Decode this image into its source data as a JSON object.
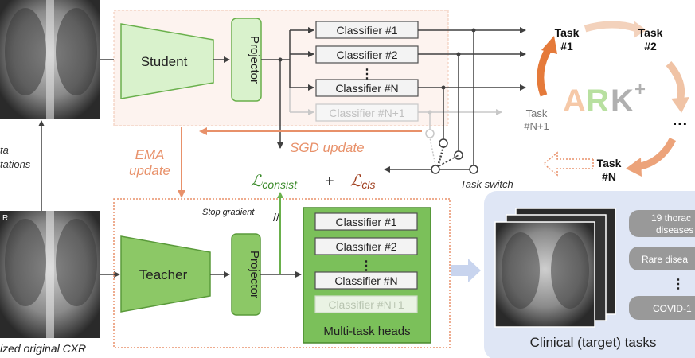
{
  "left": {
    "caption": "ized original CXR",
    "aug_label_1": "ta",
    "aug_label_2": "tations",
    "xray_marker": "R"
  },
  "student": {
    "encoder": "Student",
    "projector": "Projector",
    "classifiers": [
      "Classifier #1",
      "Classifier #2",
      "Classifier #N",
      "Classifier #N+1"
    ],
    "dots": "⋮"
  },
  "teacher": {
    "encoder": "Teacher",
    "projector": "Projector",
    "classifiers": [
      "Classifier #1",
      "Classifier #2",
      "Classifier #N",
      "Classifier #N+1"
    ],
    "dots": "⋮",
    "heads_label": "Multi-task heads",
    "stop_gradient": "Stop gradient",
    "stop_mark": "//"
  },
  "updates": {
    "ema_1": "EMA",
    "ema_2": "update",
    "sgd": "SGD update",
    "task_switch": "Task switch"
  },
  "loss": {
    "consist_L": "ℒ",
    "consist_sub": "consist",
    "plus": "+",
    "cls_L": "ℒ",
    "cls_sub": "cls"
  },
  "cycle": {
    "logo_a": "A",
    "logo_r": "R",
    "logo_k": "K",
    "logo_plus": "+",
    "task1_a": "Task",
    "task1_b": "#1",
    "task2_a": "Task",
    "task2_b": "#2",
    "dots": "…",
    "taskN_a": "Task",
    "taskN_b": "#N",
    "taskN1_a": "Task",
    "taskN1_b": "#N+1"
  },
  "clinical": {
    "title": "Clinical (target) tasks",
    "items": [
      "19 thorac",
      "diseases",
      "Rare disea",
      "COVID-1"
    ],
    "dots": "⋮"
  },
  "colors": {
    "student_fill": "#d9f2cc",
    "teacher_fill": "#8cc866",
    "heads_fill": "#7bc05a",
    "orange": "#e8916a",
    "green_text": "#3a8a2a",
    "cls_text": "#a04020",
    "clinical_bg": "#dfe6f5"
  }
}
